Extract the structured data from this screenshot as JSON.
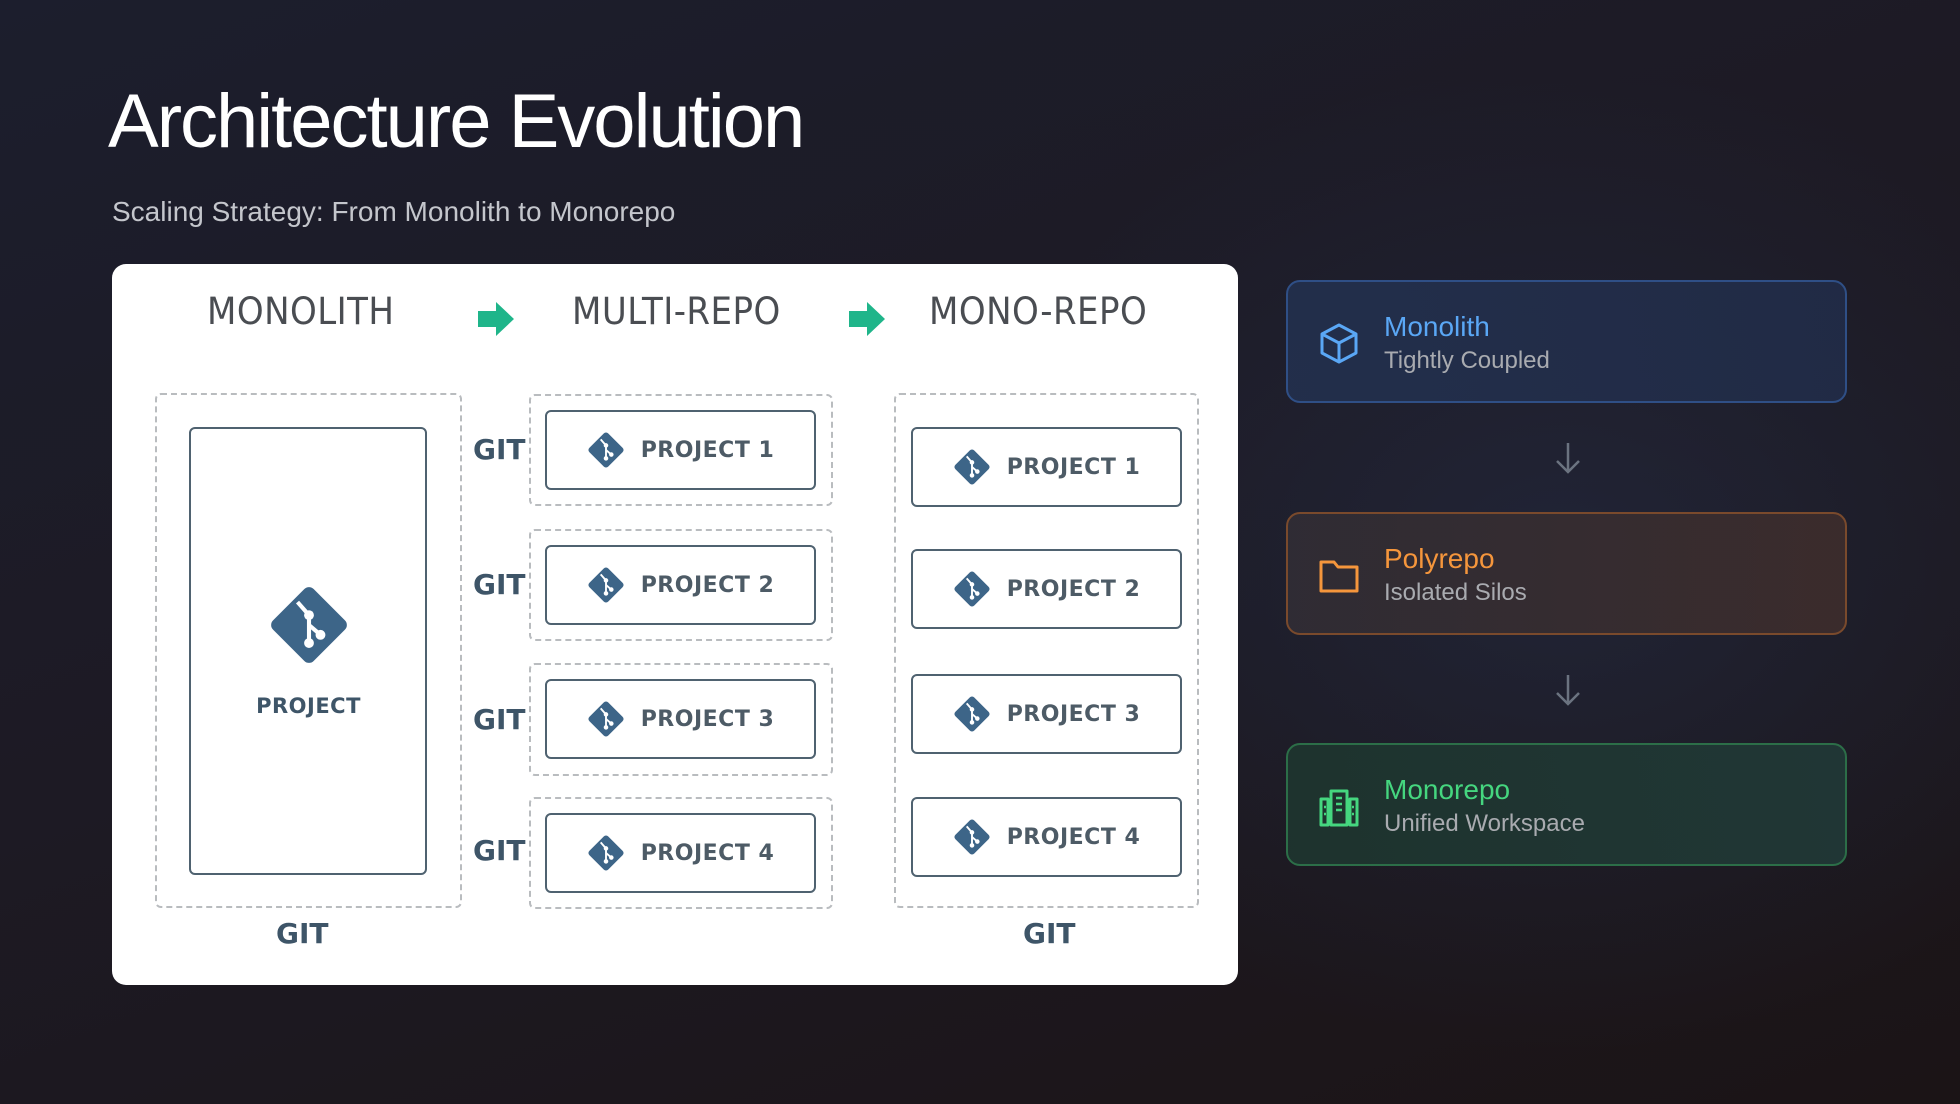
{
  "header": {
    "title": "Architecture Evolution",
    "subtitle": "Scaling Strategy: From Monolith to Monorepo"
  },
  "diagram": {
    "columns": [
      {
        "heading": "MONOLITH"
      },
      {
        "heading": "MULTI-REPO"
      },
      {
        "heading": "MONO-REPO"
      }
    ],
    "arrow_color": "#1fb58a",
    "monolith": {
      "project_label": "PROJECT",
      "git_label": "GIT"
    },
    "multi_repo": {
      "repos": [
        {
          "git_label": "GIT",
          "project_label": "PROJECT 1"
        },
        {
          "git_label": "GIT",
          "project_label": "PROJECT 2"
        },
        {
          "git_label": "GIT",
          "project_label": "PROJECT 3"
        },
        {
          "git_label": "GIT",
          "project_label": "PROJECT 4"
        }
      ]
    },
    "mono_repo": {
      "projects": [
        {
          "project_label": "PROJECT 1"
        },
        {
          "project_label": "PROJECT 2"
        },
        {
          "project_label": "PROJECT 3"
        },
        {
          "project_label": "PROJECT 4"
        }
      ],
      "git_label": "GIT"
    },
    "git_icon_color": "#3d6588"
  },
  "stages": [
    {
      "name": "Monolith",
      "description": "Tightly Coupled",
      "icon": "cube-icon",
      "accent": "#5aa7f5"
    },
    {
      "name": "Polyrepo",
      "description": "Isolated Silos",
      "icon": "folder-icon",
      "accent": "#f5963c"
    },
    {
      "name": "Monorepo",
      "description": "Unified Workspace",
      "icon": "building-icon",
      "accent": "#45d67f"
    }
  ]
}
